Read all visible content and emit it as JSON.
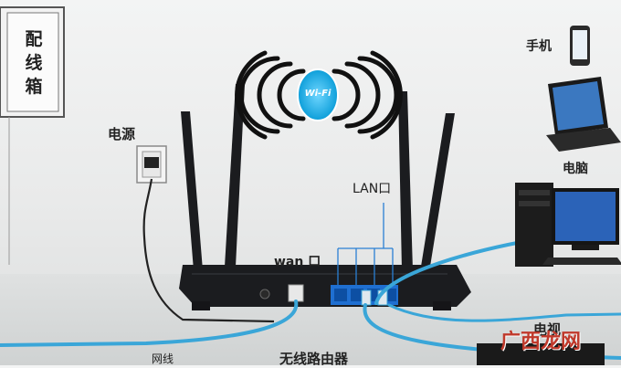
{
  "labels": {
    "distribution_box": "配线箱",
    "power": "电源",
    "wifi": "Wi-Fi",
    "phone": "手机",
    "computer": "电脑",
    "lan_port": "LAN口",
    "wan_port": "wan 口",
    "network_cable": "网线",
    "wireless_router": "无线路由器",
    "tv": "电视"
  },
  "watermark": "广西龙网",
  "colors": {
    "cable": "#3aa6d8",
    "router": "#1b1c1f",
    "wifi_badge": "#17b3e8",
    "port_blue": "#1f6fd1"
  }
}
